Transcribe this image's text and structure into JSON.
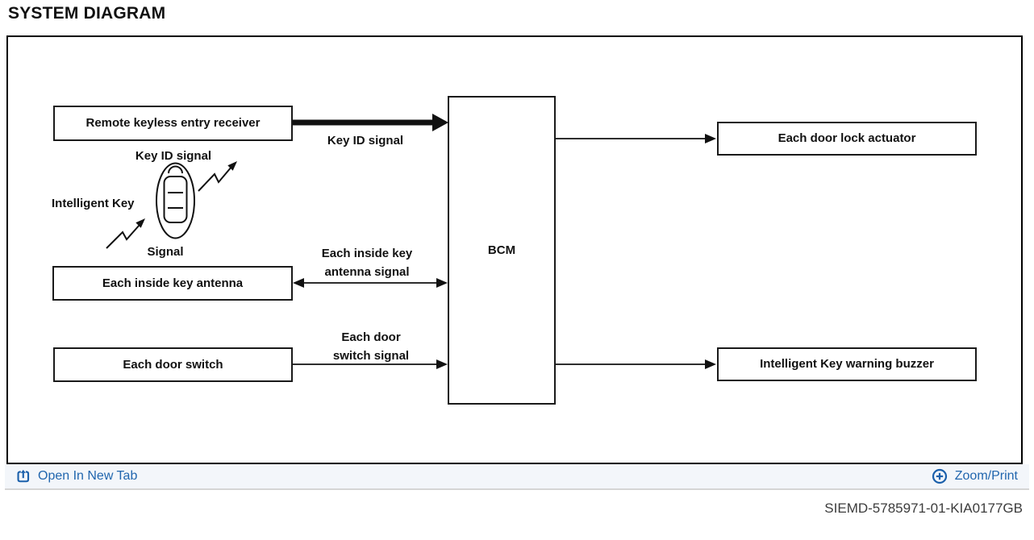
{
  "page": {
    "title": "SYSTEM DIAGRAM",
    "document_id": "SIEMD-5785971-01-KIA0177GB"
  },
  "diagram": {
    "nodes": {
      "receiver": {
        "label": "Remote keyless entry receiver"
      },
      "bcm": {
        "label": "BCM"
      },
      "inside_antenna": {
        "label": "Each inside key antenna"
      },
      "door_switch": {
        "label": "Each door switch"
      },
      "door_lock": {
        "label": "Each door lock actuator"
      },
      "warning_buzzer": {
        "label": "Intelligent Key warning buzzer"
      }
    },
    "labels": {
      "key_id_over_fob": "Key ID signal",
      "intelligent_key": "Intelligent Key",
      "signal": "Signal",
      "key_id_arrow": "Key ID signal",
      "inside_key_signal": [
        "Each inside key",
        "antenna signal"
      ],
      "door_switch_signal": [
        "Each door",
        "switch signal"
      ]
    },
    "icons": {
      "intelligent_key_fob": "key-fob-icon",
      "radio_wave": "zigzag-signal-arrow-icon"
    },
    "connections": [
      {
        "from": "receiver",
        "to": "bcm",
        "label": "Key ID signal",
        "style": "thick-arrow"
      },
      {
        "from": "inside_antenna",
        "to": "bcm",
        "label": "Each inside key antenna signal",
        "style": "double-headed-arrow"
      },
      {
        "from": "door_switch",
        "to": "bcm",
        "label": "Each door switch signal",
        "style": "arrow"
      },
      {
        "from": "bcm",
        "to": "door_lock",
        "label": "",
        "style": "arrow"
      },
      {
        "from": "bcm",
        "to": "warning_buzzer",
        "label": "",
        "style": "arrow"
      },
      {
        "from": "intelligent_key_fob",
        "to": "receiver",
        "label": "Key ID signal",
        "style": "radio-wave"
      },
      {
        "from": "inside_antenna",
        "to": "intelligent_key_fob",
        "label": "Signal",
        "style": "radio-wave"
      }
    ],
    "colors": {
      "stroke": "#111111",
      "box_background": "#ffffff"
    }
  },
  "toolbar": {
    "open_in_new_tab": {
      "label": "Open In New Tab",
      "icon": "open-in-new-tab-icon"
    },
    "zoom_print": {
      "label": "Zoom/Print",
      "icon": "circle-plus-icon"
    },
    "link_color": "#2166ae",
    "background": "#f3f6fa"
  }
}
